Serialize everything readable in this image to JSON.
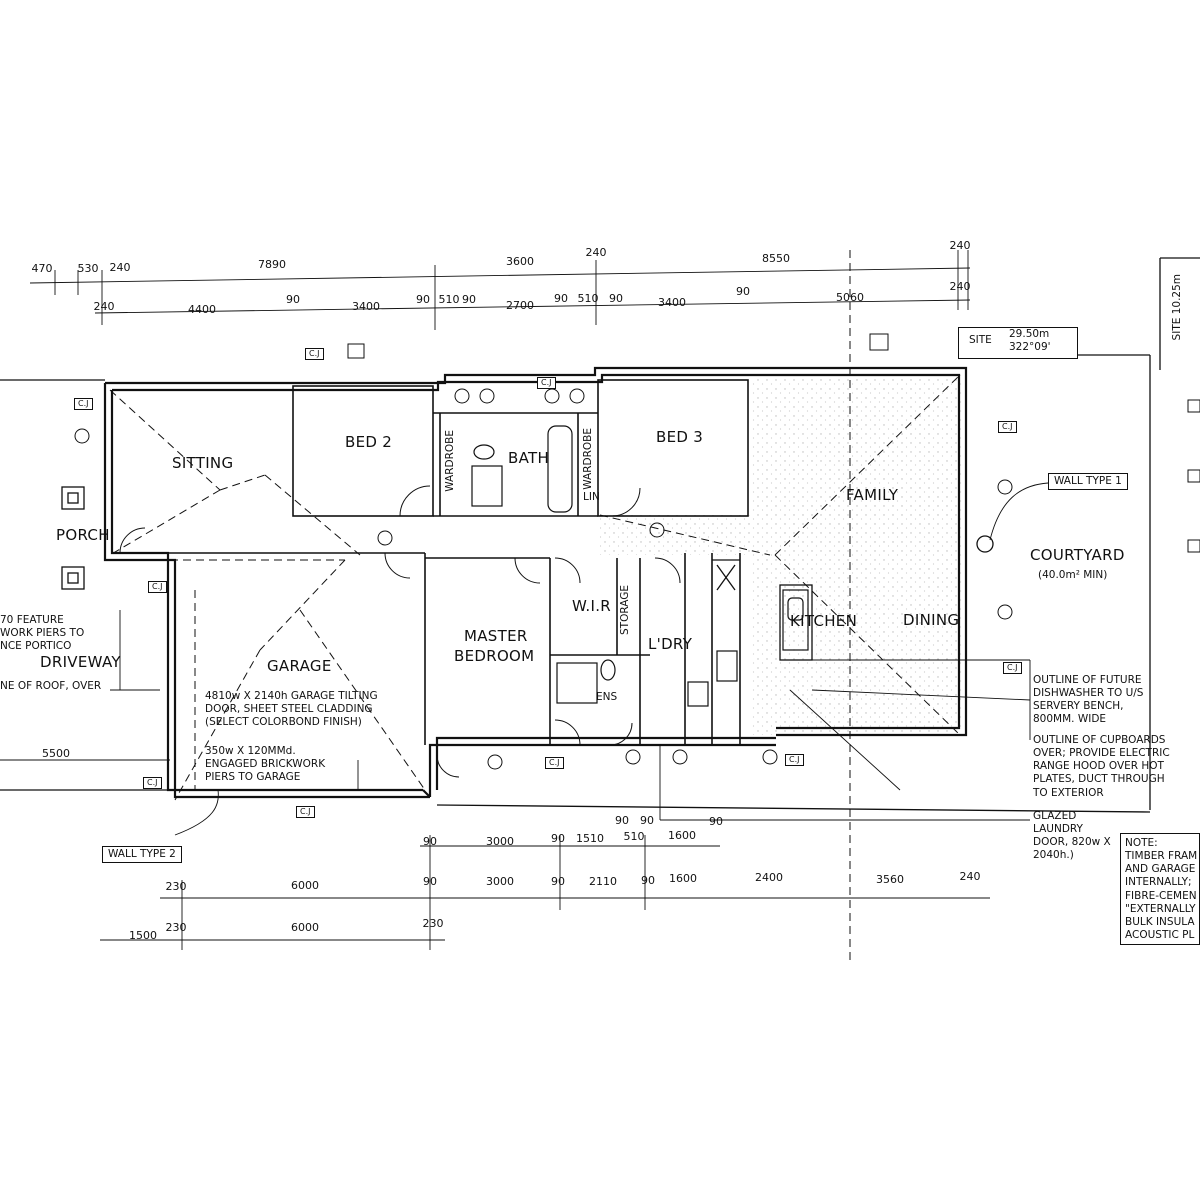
{
  "rooms": {
    "sitting": "SITTING",
    "bed2": "BED 2",
    "bath": "BATH",
    "bed3": "BED 3",
    "family": "FAMILY",
    "courtyard": "COURTYARD",
    "courtyard_area": "(40.0m² MIN)",
    "porch": "PORCH",
    "driveway": "DRIVEWAY",
    "garage": "GARAGE",
    "master_line1": "MASTER",
    "master_line2": "BEDROOM",
    "wir": "W.I.R",
    "storage": "STORAGE",
    "ldry": "L'DRY",
    "kitchen": "KITCHEN",
    "dining": "DINING",
    "ens": "ENS",
    "wardrobe": "WARDROBE",
    "lin": "LIN"
  },
  "top_dims_row1": [
    "470",
    "530",
    "240",
    "7890",
    "3600",
    "240",
    "8550",
    "240"
  ],
  "top_dims_row2": [
    "240",
    "4400",
    "90",
    "3400",
    "90",
    "510",
    "90",
    "2700",
    "90",
    "510",
    "90",
    "3400",
    "90",
    "5060",
    "240"
  ],
  "bottom_dims_row1": [
    "90",
    "3000",
    "90",
    "1510",
    "510",
    "90",
    "90",
    "1600",
    "90"
  ],
  "bottom_dims_row2": [
    "230",
    "6000",
    "90",
    "3000",
    "90",
    "2110",
    "90",
    "1600",
    "2400",
    "3560",
    "240"
  ],
  "bottom_dims_row3": [
    "1500",
    "230",
    "6000",
    "230"
  ],
  "left_dim": "5500",
  "site": {
    "label": "SITE",
    "length": "29.50m",
    "bearing": "322°09'",
    "width": "SITE 10.25m"
  },
  "wall_types": {
    "type1": "WALL TYPE 1",
    "type2": "WALL TYPE 2"
  },
  "cj": "C.J",
  "notes": {
    "feature": "70 FEATURE\nWORK PIERS TO\nNCE PORTICO",
    "roof": "NE OF ROOF, OVER",
    "garage_door": "4810w X 2140h GARAGE TILTING\nDOOR, SHEET STEEL CLADDING\n(SELECT COLORBOND FINISH)",
    "piers": "350w X 120MMd.\nENGAGED BRICKWORK\nPIERS TO GARAGE",
    "dishwasher": "OUTLINE OF FUTURE\nDISHWASHER TO U/S\nSERVERY BENCH,\n800MM. WIDE",
    "cupboards": "OUTLINE OF CUPBOARDS\nOVER; PROVIDE ELECTRIC\nRANGE HOOD OVER HOT\nPLATES, DUCT THROUGH\nTO EXTERIOR",
    "laundry_door": "GLAZED\nLAUNDRY\nDOOR, 820w X\n2040h.)",
    "note_box": "NOTE:\nTIMBER FRAM\nAND GARAGE\nINTERNALLY;\nFIBRE-CEMEN\n\"EXTERNALLY\nBULK INSULA\nACOUSTIC PL"
  }
}
